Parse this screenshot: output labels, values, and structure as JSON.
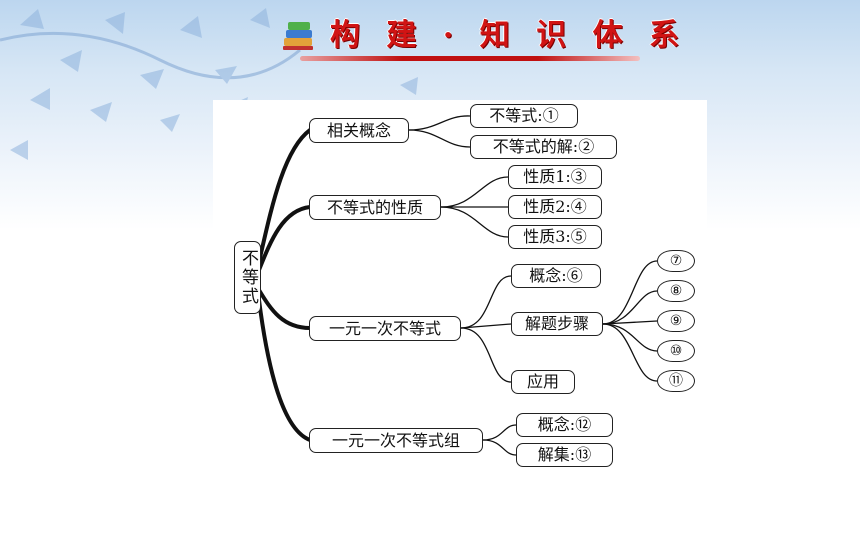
{
  "header": {
    "title": "构 建 · 知 识 体 系"
  },
  "colors": {
    "title": "#d11414",
    "line": "#111111"
  },
  "icons": {
    "decoration": "book-stack-icon",
    "background": "leaf-branch-pattern"
  },
  "mindmap": {
    "root": "不等式",
    "branches": [
      {
        "label": "相关概念",
        "children": [
          "不等式:①",
          "不等式的解:②"
        ]
      },
      {
        "label": "不等式的性质",
        "children": [
          "性质1:③",
          "性质2:④",
          "性质3:⑤"
        ]
      },
      {
        "label": "一元一次不等式",
        "children": [
          "概念:⑥",
          "解题步骤",
          "应用"
        ],
        "steps": [
          "⑦",
          "⑧",
          "⑨",
          "⑩",
          "⑪"
        ]
      },
      {
        "label": "一元一次不等式组",
        "children": [
          "概念:⑫",
          "解集:⑬"
        ]
      }
    ]
  }
}
